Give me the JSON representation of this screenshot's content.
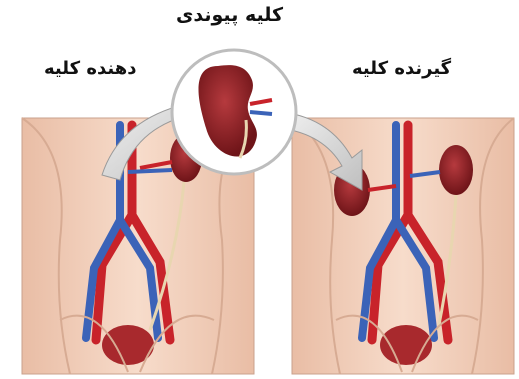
{
  "labels": {
    "transplanted_kidney": "کلیه پیوندی",
    "donor": "دهنده کلیه",
    "recipient": "گیرنده کلیه"
  },
  "colors": {
    "skin": "#f3d2bd",
    "artery": "#c8232a",
    "vein": "#3b63b8",
    "kidney": "#8e1f24",
    "arrow": "#d9d9d9"
  }
}
